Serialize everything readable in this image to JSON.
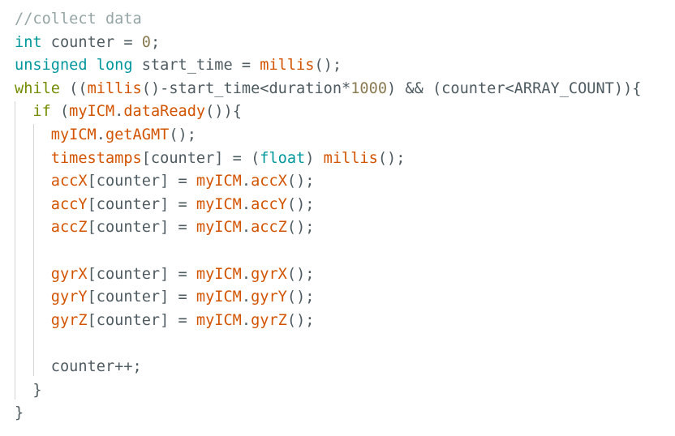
{
  "code_editor": {
    "lines": [
      {
        "tokens": [
          {
            "t": "//collect data",
            "c": "c-comment"
          }
        ]
      },
      {
        "tokens": [
          {
            "t": "int",
            "c": "c-type"
          },
          {
            "t": " counter = ",
            "c": "c-plain"
          },
          {
            "t": "0",
            "c": "c-num"
          },
          {
            "t": ";",
            "c": "c-plain"
          }
        ]
      },
      {
        "tokens": [
          {
            "t": "unsigned",
            "c": "c-type"
          },
          {
            "t": " ",
            "c": "c-plain"
          },
          {
            "t": "long",
            "c": "c-type"
          },
          {
            "t": " start_time = ",
            "c": "c-plain"
          },
          {
            "t": "millis",
            "c": "c-func"
          },
          {
            "t": "();",
            "c": "c-plain"
          }
        ]
      },
      {
        "tokens": [
          {
            "t": "while",
            "c": "c-kw"
          },
          {
            "t": " ((",
            "c": "c-plain"
          },
          {
            "t": "millis",
            "c": "c-func"
          },
          {
            "t": "()-start_time<duration*",
            "c": "c-plain"
          },
          {
            "t": "1000",
            "c": "c-num"
          },
          {
            "t": ") && (counter<ARRAY_COUNT)){",
            "c": "c-plain"
          }
        ]
      },
      {
        "tokens": [
          {
            "t": "  ",
            "c": "c-plain"
          },
          {
            "t": "if",
            "c": "c-kw"
          },
          {
            "t": " (",
            "c": "c-plain"
          },
          {
            "t": "myICM",
            "c": "c-func"
          },
          {
            "t": ".",
            "c": "c-plain"
          },
          {
            "t": "dataReady",
            "c": "c-func"
          },
          {
            "t": "()){",
            "c": "c-plain"
          }
        ]
      },
      {
        "tokens": [
          {
            "t": "    ",
            "c": "c-plain"
          },
          {
            "t": "myICM",
            "c": "c-func"
          },
          {
            "t": ".",
            "c": "c-plain"
          },
          {
            "t": "getAGMT",
            "c": "c-func"
          },
          {
            "t": "();",
            "c": "c-plain"
          }
        ]
      },
      {
        "tokens": [
          {
            "t": "    ",
            "c": "c-plain"
          },
          {
            "t": "timestamps",
            "c": "c-func"
          },
          {
            "t": "[counter] = (",
            "c": "c-plain"
          },
          {
            "t": "float",
            "c": "c-type"
          },
          {
            "t": ") ",
            "c": "c-plain"
          },
          {
            "t": "millis",
            "c": "c-func"
          },
          {
            "t": "();",
            "c": "c-plain"
          }
        ]
      },
      {
        "tokens": [
          {
            "t": "    ",
            "c": "c-plain"
          },
          {
            "t": "accX",
            "c": "c-func"
          },
          {
            "t": "[counter] = ",
            "c": "c-plain"
          },
          {
            "t": "myICM",
            "c": "c-func"
          },
          {
            "t": ".",
            "c": "c-plain"
          },
          {
            "t": "accX",
            "c": "c-func"
          },
          {
            "t": "();",
            "c": "c-plain"
          }
        ]
      },
      {
        "tokens": [
          {
            "t": "    ",
            "c": "c-plain"
          },
          {
            "t": "accY",
            "c": "c-func"
          },
          {
            "t": "[counter] = ",
            "c": "c-plain"
          },
          {
            "t": "myICM",
            "c": "c-func"
          },
          {
            "t": ".",
            "c": "c-plain"
          },
          {
            "t": "accY",
            "c": "c-func"
          },
          {
            "t": "();",
            "c": "c-plain"
          }
        ]
      },
      {
        "tokens": [
          {
            "t": "    ",
            "c": "c-plain"
          },
          {
            "t": "accZ",
            "c": "c-func"
          },
          {
            "t": "[counter] = ",
            "c": "c-plain"
          },
          {
            "t": "myICM",
            "c": "c-func"
          },
          {
            "t": ".",
            "c": "c-plain"
          },
          {
            "t": "accZ",
            "c": "c-func"
          },
          {
            "t": "();",
            "c": "c-plain"
          }
        ]
      },
      {
        "tokens": [
          {
            "t": "",
            "c": "c-plain"
          }
        ]
      },
      {
        "tokens": [
          {
            "t": "    ",
            "c": "c-plain"
          },
          {
            "t": "gyrX",
            "c": "c-func"
          },
          {
            "t": "[counter] = ",
            "c": "c-plain"
          },
          {
            "t": "myICM",
            "c": "c-func"
          },
          {
            "t": ".",
            "c": "c-plain"
          },
          {
            "t": "gyrX",
            "c": "c-func"
          },
          {
            "t": "();",
            "c": "c-plain"
          }
        ]
      },
      {
        "tokens": [
          {
            "t": "    ",
            "c": "c-plain"
          },
          {
            "t": "gyrY",
            "c": "c-func"
          },
          {
            "t": "[counter] = ",
            "c": "c-plain"
          },
          {
            "t": "myICM",
            "c": "c-func"
          },
          {
            "t": ".",
            "c": "c-plain"
          },
          {
            "t": "gyrY",
            "c": "c-func"
          },
          {
            "t": "();",
            "c": "c-plain"
          }
        ]
      },
      {
        "tokens": [
          {
            "t": "    ",
            "c": "c-plain"
          },
          {
            "t": "gyrZ",
            "c": "c-func"
          },
          {
            "t": "[counter] = ",
            "c": "c-plain"
          },
          {
            "t": "myICM",
            "c": "c-func"
          },
          {
            "t": ".",
            "c": "c-plain"
          },
          {
            "t": "gyrZ",
            "c": "c-func"
          },
          {
            "t": "();",
            "c": "c-plain"
          }
        ]
      },
      {
        "tokens": [
          {
            "t": "",
            "c": "c-plain"
          }
        ]
      },
      {
        "tokens": [
          {
            "t": "    counter++;",
            "c": "c-plain"
          }
        ]
      },
      {
        "tokens": [
          {
            "t": "  }",
            "c": "c-plain"
          }
        ]
      },
      {
        "tokens": [
          {
            "t": "}",
            "c": "c-plain"
          }
        ]
      }
    ]
  },
  "colors": {
    "background": "#ffffff",
    "comment": "#95a5a6",
    "type_keyword": "#00979d",
    "control_keyword": "#728e00",
    "function_identifier": "#d35400",
    "number": "#8a7b52",
    "plain": "#4e5b61",
    "indent_guide": "#d4d4d4"
  }
}
